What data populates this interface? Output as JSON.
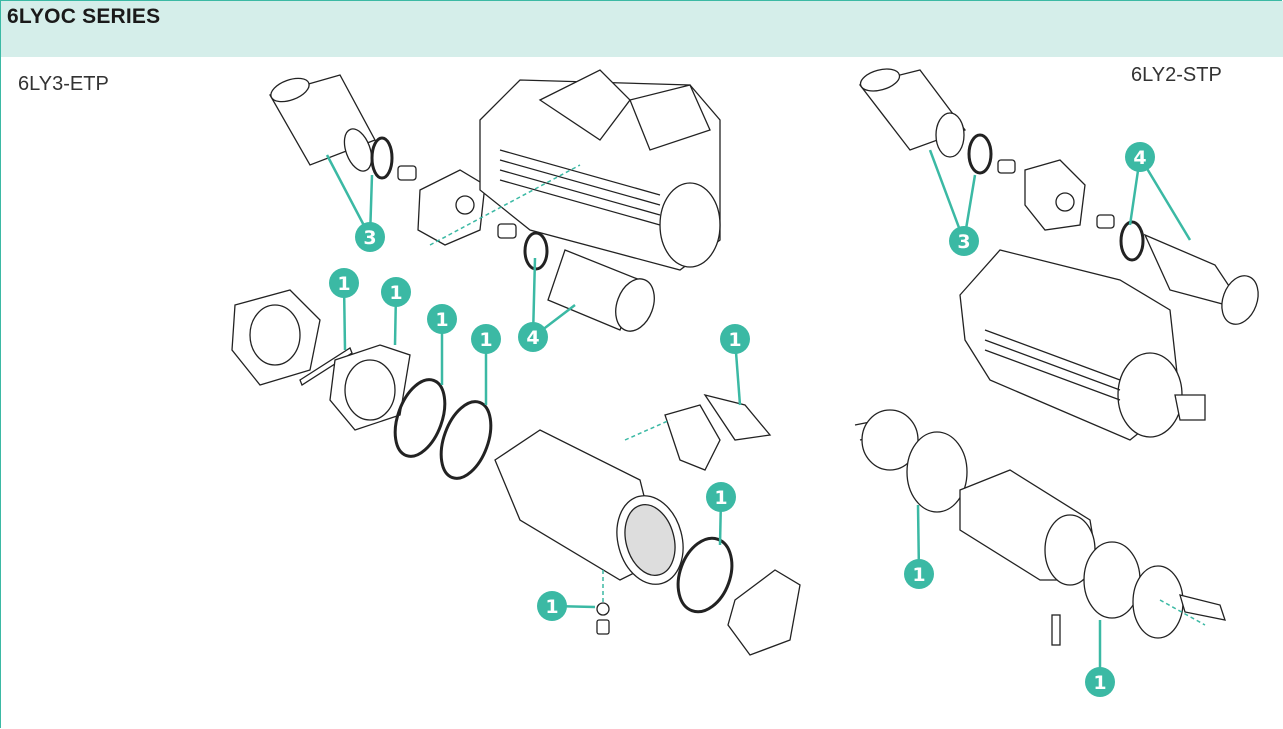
{
  "header": {
    "title": "6LYOC SERIES"
  },
  "models": {
    "left": "6LY3-ETP",
    "right": "6LY2-STP"
  },
  "callouts": [
    "3",
    "4",
    "1",
    "1",
    "1",
    "1",
    "1",
    "1",
    "1",
    "3",
    "4",
    "1",
    "1"
  ],
  "colors": {
    "accent": "#3bb9a4",
    "header_bg": "#d5eeea",
    "line": "#222222"
  }
}
